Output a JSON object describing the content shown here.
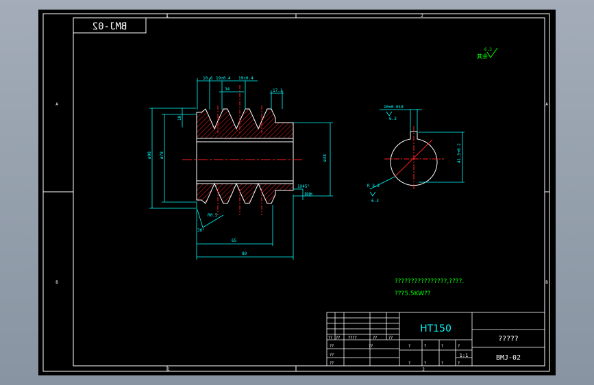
{
  "colors": {
    "frame": "#ffffff",
    "dimension": "#00ffff",
    "centerline": "#ff2020",
    "hatch": "#ff2020",
    "text": "#00ff00",
    "titlebox_line": "#ffffff",
    "title_text": "#00ffff"
  },
  "drawing": {
    "stamp": "BMJ-02",
    "zone_top": [
      "1",
      "2"
    ],
    "zone_bottom": [
      "1",
      "2"
    ],
    "zone_left": [
      "A",
      "B"
    ],
    "zone_right": [
      "A",
      "B"
    ],
    "roughness_label": "其余",
    "roughness_value": "6.3"
  },
  "pulley_dims": {
    "groove_depth_a": "10.6",
    "groove_pitch_a": "19±0.4",
    "groove_pitch_b": "19±0.4",
    "top_width": "17.1",
    "pitch_ref": "34",
    "outer_dia": "ø98",
    "root_dia": "ø78",
    "rim_h": "10",
    "bore_dia": "ø38",
    "chamfer": "1X45°",
    "chamfer_b": "其他",
    "groove_angle": "36°",
    "groove_radius": "R0.5",
    "width_inner": "65",
    "width_total": "80"
  },
  "keyway_dims": {
    "key_width": "10±0.018",
    "roughness_a": "6.3",
    "key_depth": "41.3+0.2",
    "roughness_b_label": "R 3.2",
    "roughness_b": "6.3"
  },
  "notes": [
    "????????????????,????.",
    "???5.5KW??"
  ],
  "title_block": {
    "material": "HT150",
    "part_name": "?????",
    "drawing_no": "BMJ-02",
    "scale": "1:1",
    "row_headers": [
      "??",
      "??",
      "????",
      "??",
      "??"
    ],
    "left_rows": [
      "??",
      "??",
      "??"
    ],
    "sign_label": "??",
    "mid_cells": [
      "?",
      "?",
      "?",
      "?"
    ],
    "right_cells": [
      "?",
      "?",
      "?",
      "?"
    ]
  }
}
